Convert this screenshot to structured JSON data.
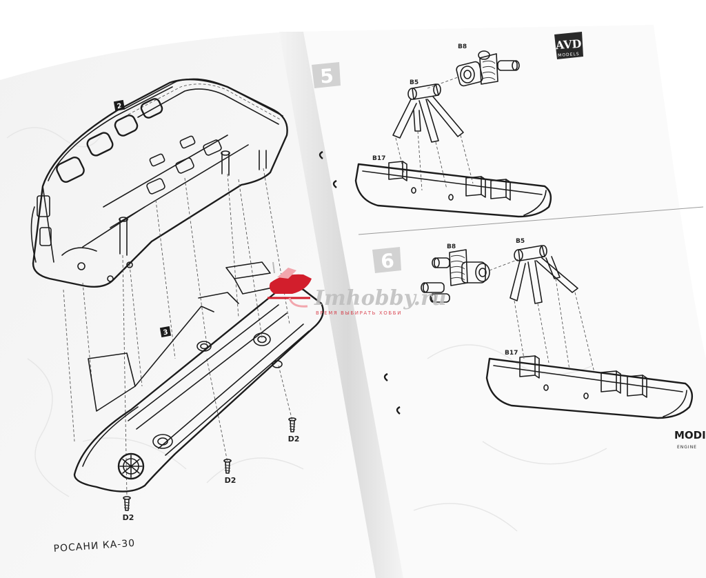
{
  "left_page": {
    "step_2": "2",
    "step_3": "3",
    "screw_1": "D2",
    "screw_2": "D2",
    "screw_3": "D2",
    "footer_title": "РОСАНИ КА-30"
  },
  "right_page": {
    "brand_logo": {
      "main": "AVD",
      "sub": "MODELS"
    },
    "step_5": "5",
    "step_6": "6",
    "step5_parts": {
      "b8": "B8",
      "b5": "B5",
      "b17": "B17"
    },
    "step6_parts": {
      "b8": "B8",
      "b5": "B5",
      "b17": "B17"
    },
    "corner_logo": {
      "main": "MODI",
      "sub": "ENGINE"
    }
  },
  "watermark": {
    "text": "Imhobby.ru",
    "tagline": "ВРЕМЯ ВЫБИРАТЬ ХОББИ"
  },
  "colors": {
    "paper": "#f7f7f7",
    "ink": "#1c1c1c",
    "step_box": "#d2d2d2",
    "watermark_red": "#d21e2c"
  }
}
